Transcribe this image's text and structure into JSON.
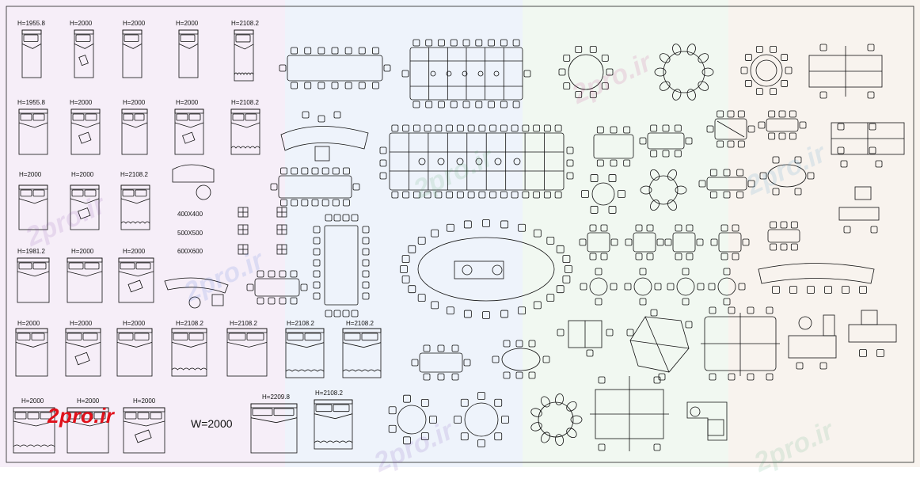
{
  "labels": {
    "bed_heights": [
      "H=1955.8",
      "H=2000",
      "H=2000",
      "H=2000",
      "H=2108.2",
      "H=1955.8",
      "H=2000",
      "H=2000",
      "H=2000",
      "H=2108.2",
      "H=2000",
      "H=2000",
      "H=2108.2",
      "H=1981.2",
      "H=2000",
      "H=2000",
      "H=2000",
      "H=2000",
      "H=2000",
      "H=2108.2",
      "H=2108.2",
      "H=2108.2",
      "H=2108.2",
      "H=2000",
      "H=2000",
      "H=2000",
      "H=2209.8",
      "H=2108.2"
    ],
    "sizes": [
      "400X400",
      "500X500",
      "600X600"
    ],
    "width_note": "W=2000"
  },
  "brand": {
    "logo": "2pro.ir",
    "watermark": "2pro.ir",
    "logo_color": "#e0101a"
  },
  "colors": {
    "line": "#111111",
    "background": "#ffffff",
    "sheet_tint": "#f3f0f8"
  }
}
